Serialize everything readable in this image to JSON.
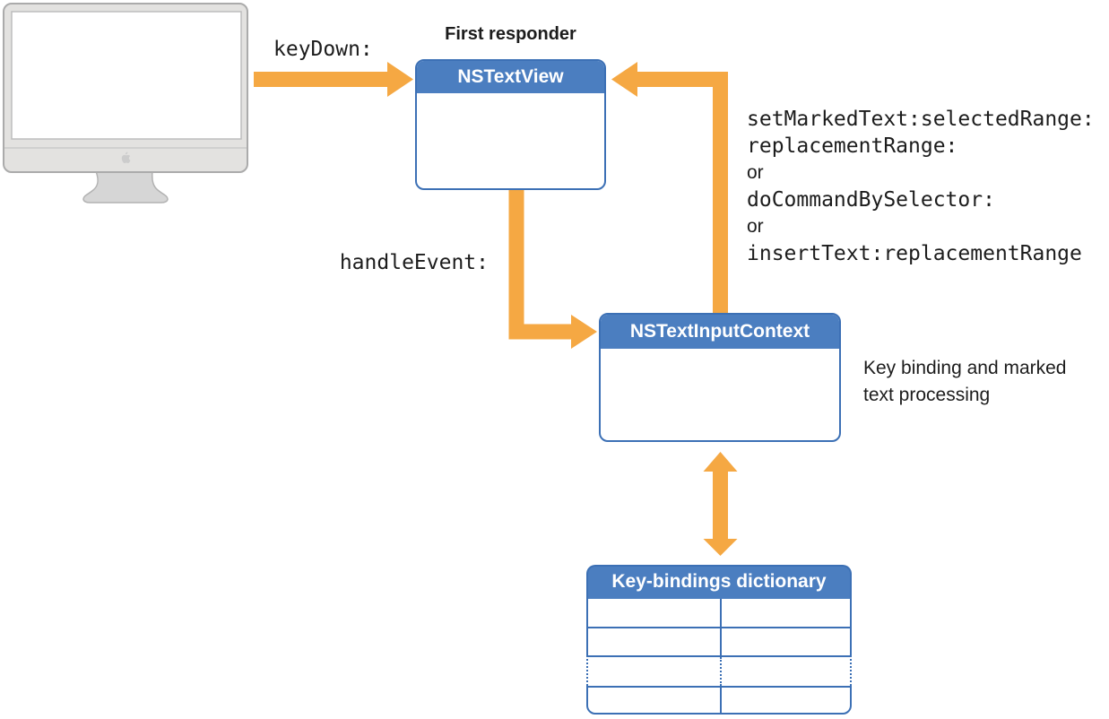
{
  "colors": {
    "box_fill_blue": "#4B7EC0",
    "box_border_blue": "#3C70B5",
    "arrow_orange": "#F5A843",
    "text": "#1C1C1C"
  },
  "monitor": {
    "icon": "imac-monitor-icon"
  },
  "labels": {
    "keydown": "keyDown:",
    "first_responder": "First responder",
    "handle_event": "handleEvent:"
  },
  "return_methods": {
    "line1": "setMarkedText:selectedRange:",
    "line2": "replacementRange:",
    "or1": "or",
    "line3": "doCommandBySelector:",
    "or2": "or",
    "line4": "insertText:replacementRange"
  },
  "boxes": {
    "textview": {
      "title": "NSTextView"
    },
    "inputcontext": {
      "title": "NSTextInputContext",
      "note_line1": "Key binding and marked",
      "note_line2": "text processing"
    },
    "dictionary": {
      "title": "Key-bindings dictionary"
    }
  }
}
